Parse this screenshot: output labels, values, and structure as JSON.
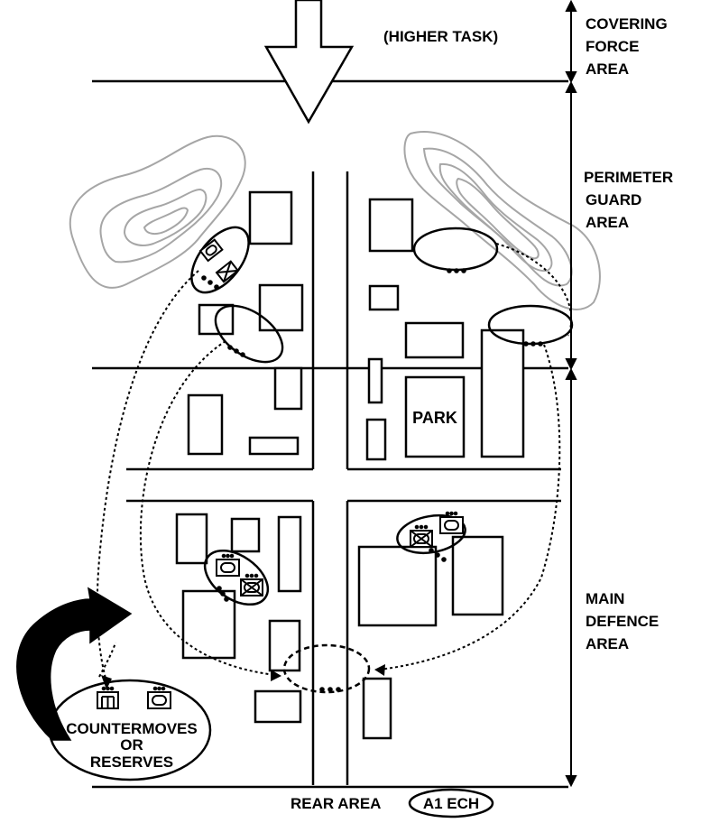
{
  "higher_task": "(HIGHER TASK)",
  "zones": {
    "covering_force": [
      "COVERING",
      "FORCE",
      "AREA"
    ],
    "perimeter_guard": [
      "PERIMETER",
      "GUARD",
      "AREA"
    ],
    "main_defence": [
      "MAIN",
      "DEFENCE",
      "AREA"
    ]
  },
  "park_label": "PARK",
  "reserves": [
    "COUNTERMOVES",
    "OR",
    "RESERVES"
  ],
  "rear_area": "REAR AREA",
  "a1_ech": "A1 ECH",
  "colors": {
    "ink": "#000000",
    "terrain": "#a6a6a6",
    "paper": "#ffffff"
  }
}
